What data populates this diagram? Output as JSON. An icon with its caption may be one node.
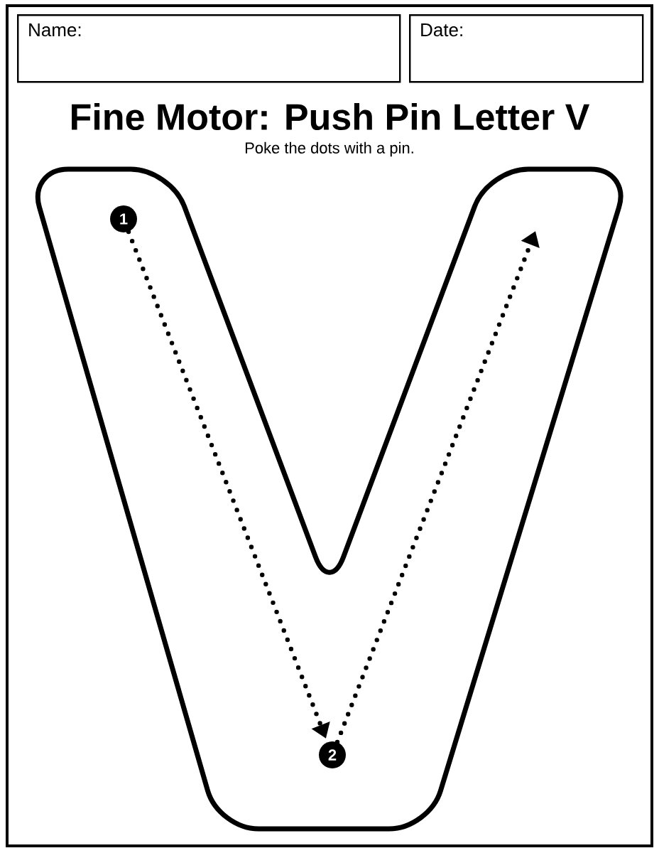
{
  "diagram": {
    "title": "Fine Motor: Push Pin Letter V",
    "nodes": [
      {
        "text": [
          "Name:"
        ]
      },
      {
        "text": [
          "Date:"
        ]
      },
      {
        "text": [
          "1"
        ]
      },
      {
        "text": [
          "2"
        ]
      }
    ],
    "edges": [
      {
        "from": 2,
        "to": 3,
        "arrow": "to",
        "style": "dashed"
      },
      {
        "from": 3,
        "to": null,
        "arrow": "to",
        "style": "dashed"
      }
    ],
    "labels": [
      "Poke the dots with a pin."
    ]
  }
}
